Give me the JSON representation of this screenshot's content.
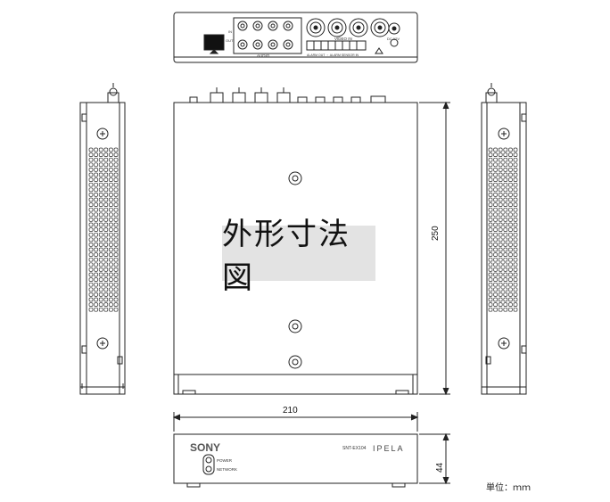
{
  "title": "外形寸法図",
  "unit_label": "単位：ｍｍ",
  "dimensions": {
    "width": "210",
    "depth": "250",
    "height": "44"
  },
  "front_panel": {
    "brand": "SONY",
    "model": "SNT-EX104",
    "series": "IPELA",
    "power_label": "POWER",
    "network_label": "NETWORK"
  },
  "rear_panel": {
    "video_in_label": "VIDEO IN",
    "audio_label": "AUDIO",
    "dc_label": "DC 12V",
    "in_label": "IN",
    "out_label": "OUT",
    "alarm_label": "ALARM OUT ・ ALARM SENSOR IN"
  }
}
